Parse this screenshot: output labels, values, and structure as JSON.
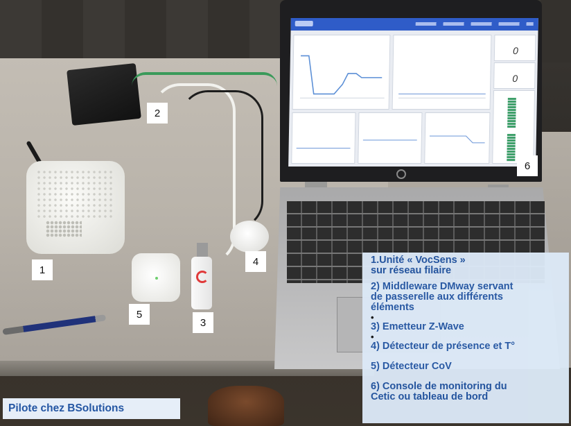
{
  "labels": {
    "one": "1",
    "two": "2",
    "three": "3",
    "four": "4",
    "five": "5",
    "six": "6"
  },
  "legend": {
    "item1_line1": "1.Unité « VocSens »",
    "item1_line2": "sur réseau filaire",
    "item2_line1": "2) Middleware DMway servant",
    "item2_line2": "de passerelle aux différents",
    "item2_line3": "éléments",
    "bullet": "•",
    "item3": "3) Emetteur Z-Wave",
    "item4": "4) Détecteur de présence et T°",
    "item5": "5) Détecteur CoV",
    "item6_line1": "6) Console de monitoring du",
    "item6_line2": "Cetic ou tableau de bord"
  },
  "caption": "Pilote chez BSolutions",
  "screen": {
    "kpi_1": "0",
    "kpi_2": "0"
  },
  "colors": {
    "legend_text": "#2456a3",
    "legend_bg": "#dce9f7",
    "dashboard_header": "#2f5cc8"
  }
}
